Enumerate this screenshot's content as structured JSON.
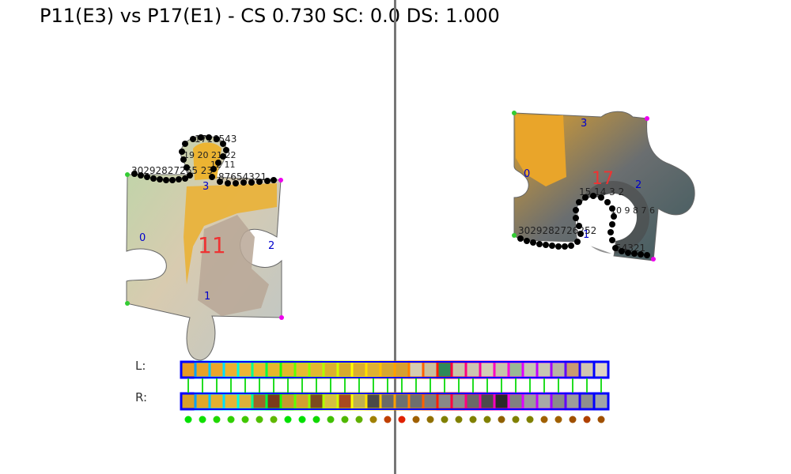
{
  "title": "P11(E3) vs P17(E1) - CS 0.730 SC: 0.0 DS: 1.000",
  "left_piece": {
    "id_label": "11",
    "edge_labels": [
      "0",
      "1",
      "2",
      "3"
    ],
    "point_labels_top": "30292827265 23",
    "point_labels_right": "87654321",
    "point_labels_tab": "1716543",
    "point_labels_tab_left": "19 20 21 22",
    "point_labels_tab_mid": "12 11"
  },
  "right_piece": {
    "id_label": "17",
    "edge_labels": [
      "0",
      "1",
      "2",
      "3"
    ],
    "point_labels_bottom": "3029282726252",
    "point_labels_br": "54321",
    "point_labels_notch": "15 14 3 2",
    "point_labels_notch2": "10 9 8 7 6"
  },
  "strips": {
    "left_label": "L:",
    "right_label": "R:",
    "left_colors": [
      "#e89a22",
      "#e8a228",
      "#eba52a",
      "#eeb030",
      "#eeb636",
      "#eab82e",
      "#e6b82c",
      "#e2b82c",
      "#e6bc30",
      "#e2b830",
      "#dcb02e",
      "#d8aa2c",
      "#dcae30",
      "#e0b232",
      "#d8a830",
      "#d8a030",
      "#d6ccb0",
      "#c8c0a0",
      "#2e8a5a",
      "#c8c4aa",
      "#ccc6b0",
      "#d4ccb6",
      "#c6c4aa",
      "#9ab894",
      "#c4c8b0",
      "#c8c6b2",
      "#b8b4a4",
      "#c89a70",
      "#d0c4b0",
      "#ded4c4"
    ],
    "left_borders": [
      "#0000ff",
      "#00a0ff",
      "#00c8ff",
      "#00e0ff",
      "#00ffe0",
      "#00ff90",
      "#00ff40",
      "#20ff00",
      "#60ff00",
      "#90ff00",
      "#b0ff00",
      "#d0ff00",
      "#ffff00",
      "#ffe000",
      "#ffc000",
      "#ffa000",
      "#ff8000",
      "#ff6000",
      "#ff2000",
      "#ff0040",
      "#ff0080",
      "#ff00a0",
      "#ff00c0",
      "#ff00e0",
      "#e000ff",
      "#c000ff",
      "#a000ff",
      "#6000ff",
      "#2000ff",
      "#0000ff"
    ],
    "right_colors": [
      "#d8a028",
      "#e0a82a",
      "#e4b030",
      "#e6b436",
      "#dcb03a",
      "#a06428",
      "#7a3a1a",
      "#c89830",
      "#d4a030",
      "#7c4a1e",
      "#d6c040",
      "#a84a20",
      "#c0b050",
      "#4a4a48",
      "#6a6a68",
      "#6c7070",
      "#6e6e6e",
      "#7a7c7c",
      "#888888",
      "#8c8c8c",
      "#6a6868",
      "#4c4a4c",
      "#2a2a2a",
      "#808080",
      "#9a9a9a",
      "#a8a8a8",
      "#8a8a8a",
      "#9c9c9c",
      "#8e8e8e",
      "#a0a4a8"
    ],
    "right_borders": [
      "#0000ff",
      "#00a0ff",
      "#00c8ff",
      "#00e0ff",
      "#00ffe0",
      "#00ff90",
      "#00ff40",
      "#20ff00",
      "#60ff00",
      "#90ff00",
      "#b0ff00",
      "#d0ff00",
      "#ffff00",
      "#ffe000",
      "#ffc000",
      "#ffa000",
      "#ff8000",
      "#ff6000",
      "#ff2000",
      "#ff0040",
      "#ff0080",
      "#ff00a0",
      "#ff00c0",
      "#ff00e0",
      "#e000ff",
      "#c000ff",
      "#a000ff",
      "#6000ff",
      "#2000ff",
      "#0000ff"
    ],
    "dot_colors": [
      "#00e000",
      "#10e000",
      "#20d800",
      "#30d000",
      "#40c800",
      "#50c000",
      "#60b800",
      "#00e000",
      "#00e000",
      "#10d800",
      "#40c000",
      "#50b800",
      "#60b000",
      "#a08000",
      "#c04000",
      "#e02000",
      "#a06000",
      "#907000",
      "#808000",
      "#808000",
      "#808000",
      "#808000",
      "#906000",
      "#808000",
      "#808000",
      "#a06000",
      "#a06000",
      "#a05000",
      "#b04000",
      "#a05000"
    ]
  }
}
